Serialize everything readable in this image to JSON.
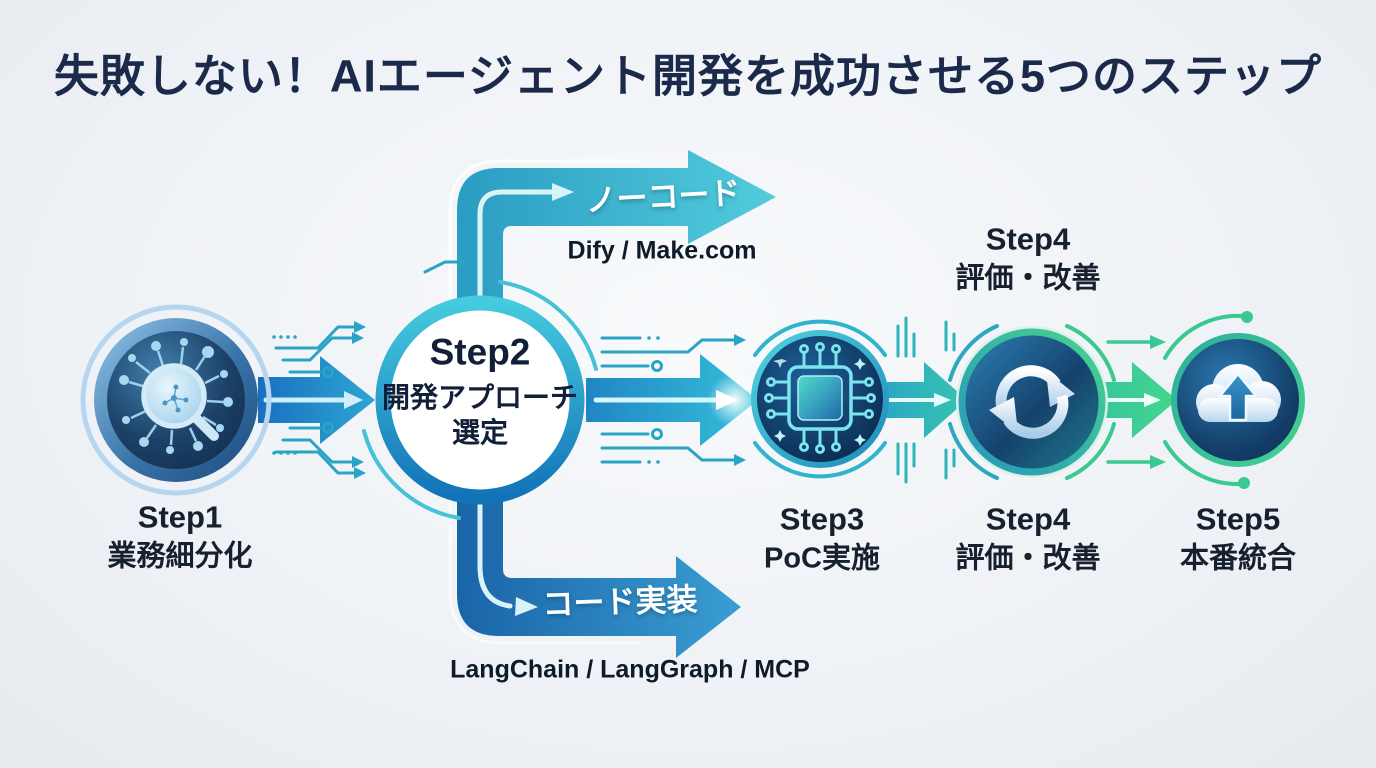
{
  "title": "失敗しない！AIエージェント開発を成功させる5つのステップ",
  "steps": [
    {
      "name": "Step1",
      "label": "業務細分化",
      "icon": "magnifier-network-icon"
    },
    {
      "name": "Step2",
      "label_line1": "開発アプローチ",
      "label_line2": "選定"
    },
    {
      "name": "Step3",
      "label": "PoC実施",
      "icon": "chip-icon"
    },
    {
      "name": "Step4",
      "label": "評価・改善",
      "icon": "sync-icon"
    },
    {
      "name": "Step5",
      "label": "本番統合",
      "icon": "cloud-upload-icon"
    }
  ],
  "branches": {
    "no_code": {
      "arrow_label": "ノーコード",
      "tools": "Dify / Make.com"
    },
    "code": {
      "arrow_label": "コード実装",
      "tools": "LangChain / LangGraph / MCP"
    }
  },
  "colors": {
    "title": "#1b2a4a",
    "label_text": "#17202e",
    "arrow_blue": "#1f86c6",
    "arrow_teal": "#2fb2bc",
    "arrow_green": "#3bc993",
    "branch_up_teal": "#35aecb",
    "branch_down_blue": "#1a67aa",
    "node_navy": "#112c4e",
    "ring_green": "#42cd8e",
    "background": "#eff2f5"
  }
}
